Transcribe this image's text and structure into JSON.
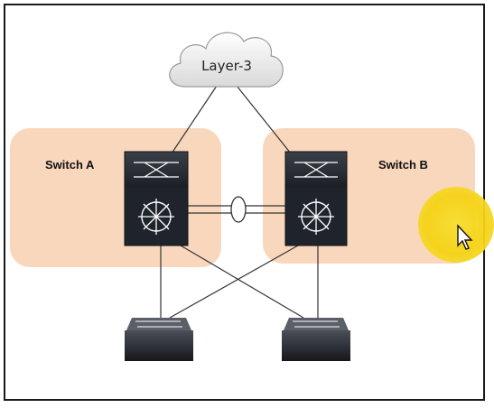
{
  "cloud": {
    "label": "Layer-3"
  },
  "switch_a": {
    "label": "Switch A"
  },
  "switch_b": {
    "label": "Switch B"
  },
  "colors": {
    "zone_fill": "#f9d7bd",
    "device_dark": "#1f232b",
    "link": "#333333",
    "cursor_highlight": "#f5d214"
  },
  "icons": {
    "cloud": "cloud-icon",
    "multilayer_switch": "multilayer-switch-icon",
    "access_switch": "access-switch-icon",
    "etherchannel": "etherchannel-ellipse-icon",
    "cursor": "mouse-cursor-icon"
  }
}
